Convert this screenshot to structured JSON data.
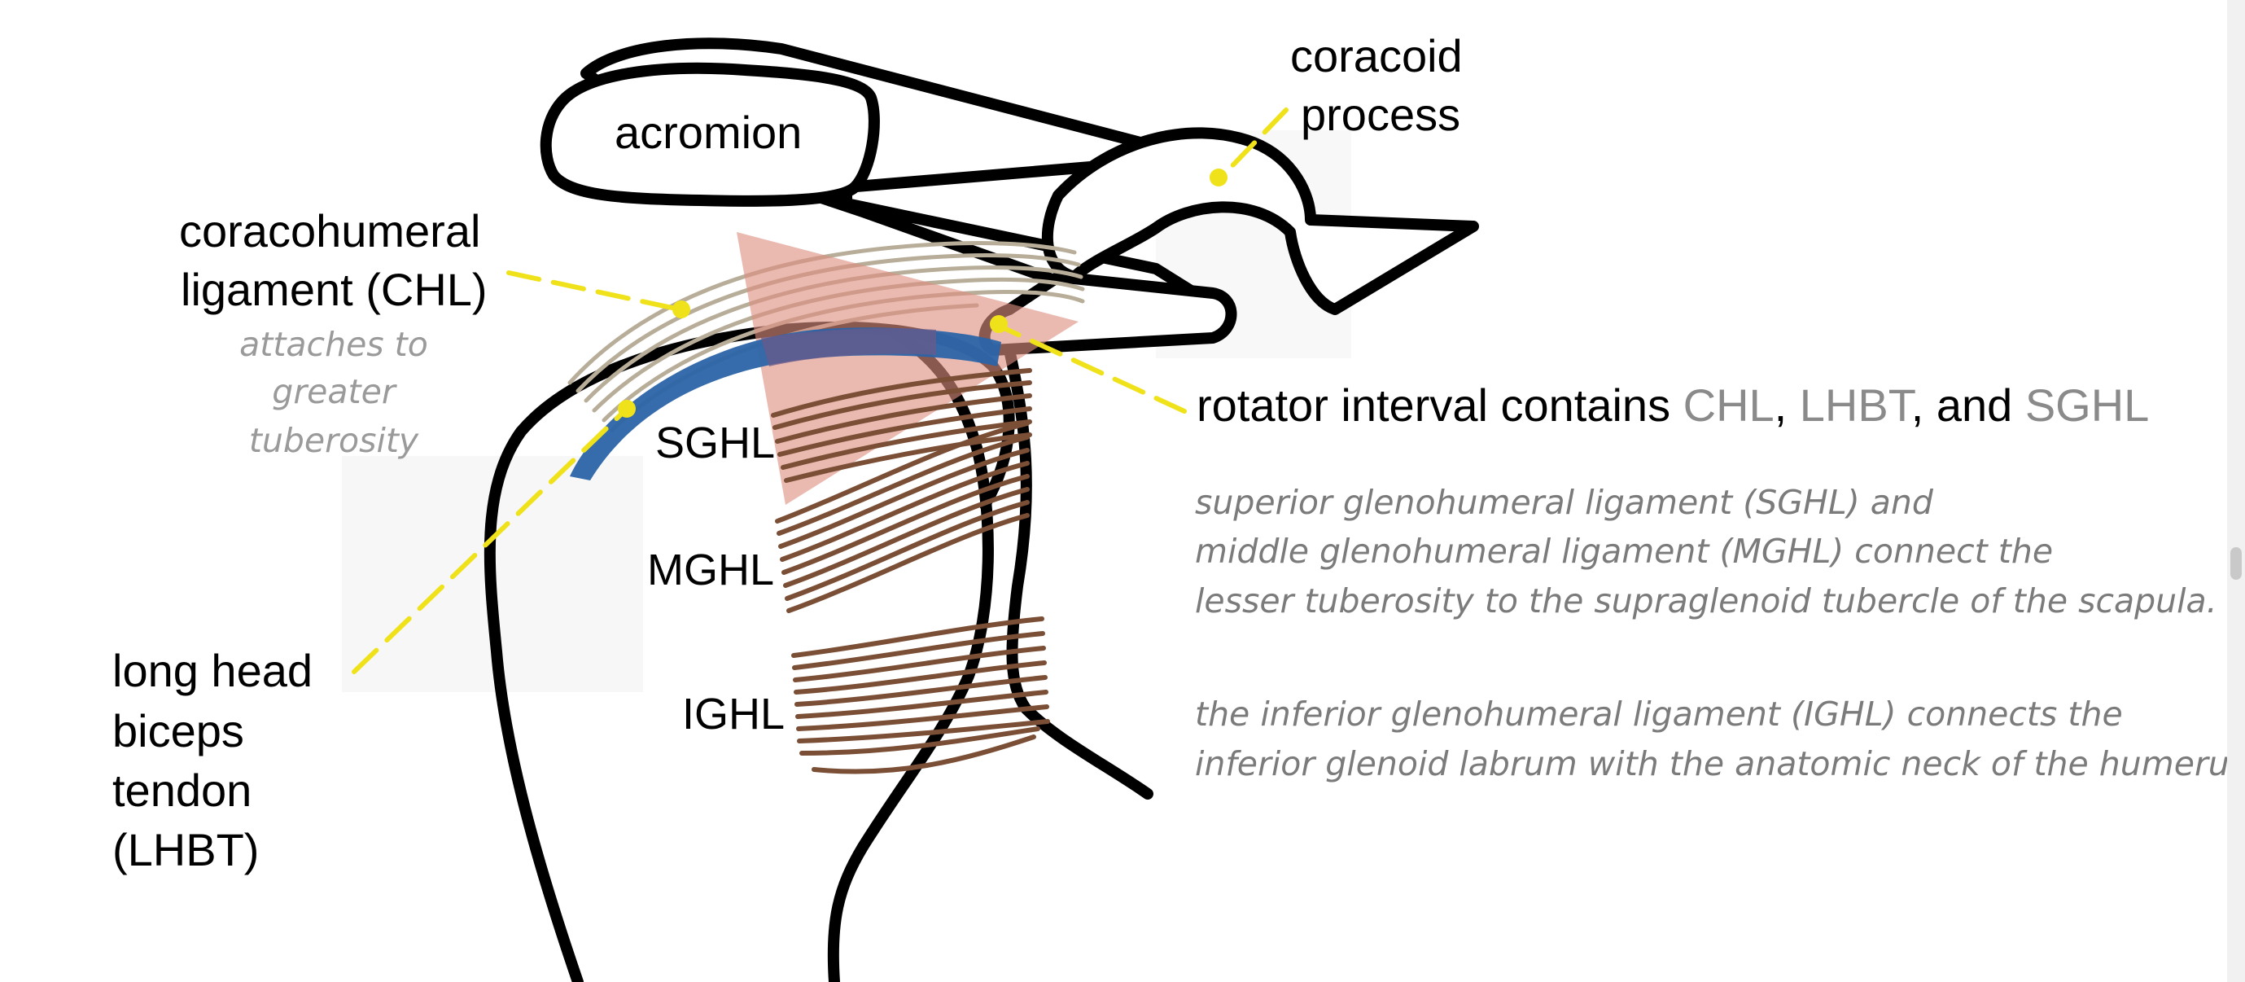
{
  "labels": {
    "acromion": "acromion",
    "coracoid_line1": "coracoid",
    "coracoid_line2": "process",
    "chl_line1": "coracohumeral",
    "chl_line2": "ligament (CHL)",
    "chl_note1": "attaches to",
    "chl_note2": "greater",
    "chl_note3": "tuberosity",
    "sghl": "SGHL",
    "mghl": "MGHL",
    "ighl": "IGHL",
    "lhbt_line1": "long head",
    "lhbt_line2": "biceps",
    "lhbt_line3": "tendon",
    "lhbt_line4": "(LHBT)"
  },
  "rotator_interval": {
    "prefix": "rotator interval contains ",
    "chl": "CHL",
    "sep1": ", ",
    "lhbt": "LHBT",
    "sep2": ", and ",
    "sghl": "SGHL"
  },
  "notes": {
    "sghl_mghl": [
      "superior glenohumeral ligament (SGHL) and",
      "middle glenohumeral ligament (MGHL) connect the",
      "lesser tuberosity to the supraglenoid tubercle of the scapula."
    ],
    "ighl": [
      "the inferior glenohumeral ligament (IGHL) connects the",
      "inferior glenoid labrum with the anatomic neck of the humerus."
    ]
  },
  "colors": {
    "leader": "#f0e21a",
    "ligament_fiber": "#7b4f36",
    "chl_fiber": "#b7ad98",
    "rotator_interval_fill": "#dd8e80",
    "biceps_tendon": "#2b64a8",
    "note_text": "#7b7b7b",
    "highlight_text": "#8a8a8a"
  },
  "icons": {
    "scrollbar": "vertical-scrollbar"
  }
}
